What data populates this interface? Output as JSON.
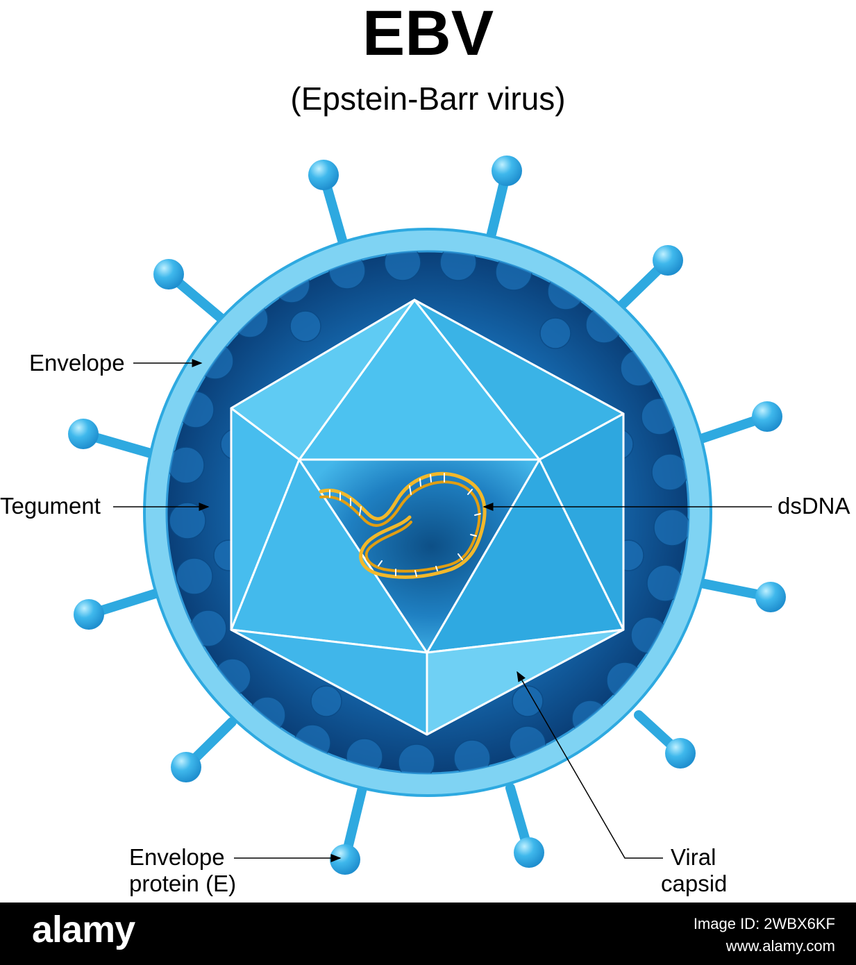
{
  "title": "EBV",
  "subtitle": "(Epstein-Barr virus)",
  "labels": {
    "envelope": "Envelope",
    "tegument": "Tegument",
    "dsdna": "dsDNA",
    "envelope_protein_line1": "Envelope",
    "envelope_protein_line2": "protein (E)",
    "viral_capsid_line1": "Viral",
    "viral_capsid_line2": "capsid"
  },
  "footer": {
    "brand": "alamy",
    "image_id": "Image ID: 2WBX6KF",
    "url": "www.alamy.com"
  },
  "colors": {
    "envelope_ring": "#7fd3f3",
    "tegument": "#0f5b9c",
    "capsid": "#3fb6ea",
    "spike": "#2ea9e0",
    "dna": "#f2b82a",
    "footer": "#000000"
  }
}
